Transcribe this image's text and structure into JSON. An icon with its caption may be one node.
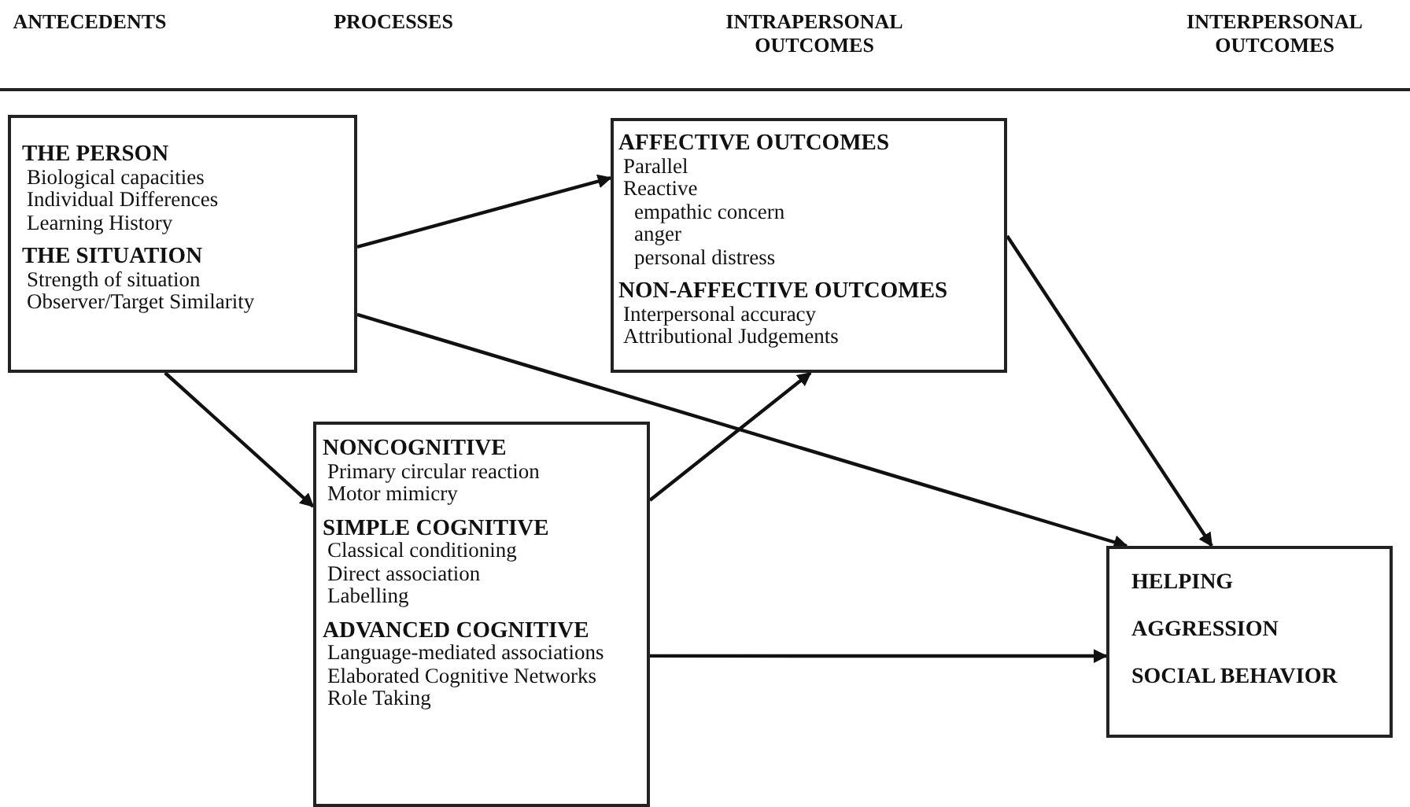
{
  "diagram": {
    "nodes": [
      {
        "text": [
          "THE PERSON",
          "Biological capacities",
          "Individual Differences",
          "Learning History",
          "THE SITUATION",
          "Strength of situation",
          "Observer/Target Similarity"
        ]
      },
      {
        "text": [
          "NONCOGNITIVE",
          "Primary circular reaction",
          "Motor mimicry",
          "SIMPLE COGNITIVE",
          "Classical conditioning",
          "Direct association",
          "Labelling",
          "ADVANCED COGNITIVE",
          "Language-mediated associations",
          "Elaborated Cognitive Networks",
          "Role Taking"
        ]
      },
      {
        "text": [
          "AFFECTIVE OUTCOMES",
          "Parallel",
          "Reactive",
          "empathic concern",
          "anger",
          "personal distress",
          "NON-AFFECTIVE OUTCOMES",
          "Interpersonal accuracy",
          "Attributional Judgements"
        ]
      },
      {
        "text": [
          "HELPING",
          "AGGRESSION",
          "SOCIAL BEHAVIOR"
        ]
      }
    ],
    "edges": [
      {
        "from": 0,
        "to": 2,
        "arrow": "to"
      },
      {
        "from": 0,
        "to": 3,
        "arrow": "to"
      },
      {
        "from": 0,
        "to": 1,
        "arrow": "to"
      },
      {
        "from": 1,
        "to": 2,
        "arrow": "to"
      },
      {
        "from": 1,
        "to": 3,
        "arrow": "to"
      },
      {
        "from": 2,
        "to": 3,
        "arrow": "to"
      }
    ],
    "labels": [
      "ANTECEDENTS",
      "PROCESSES",
      "INTRAPERSONAL OUTCOMES",
      "INTERPERSONAL OUTCOMES"
    ]
  }
}
